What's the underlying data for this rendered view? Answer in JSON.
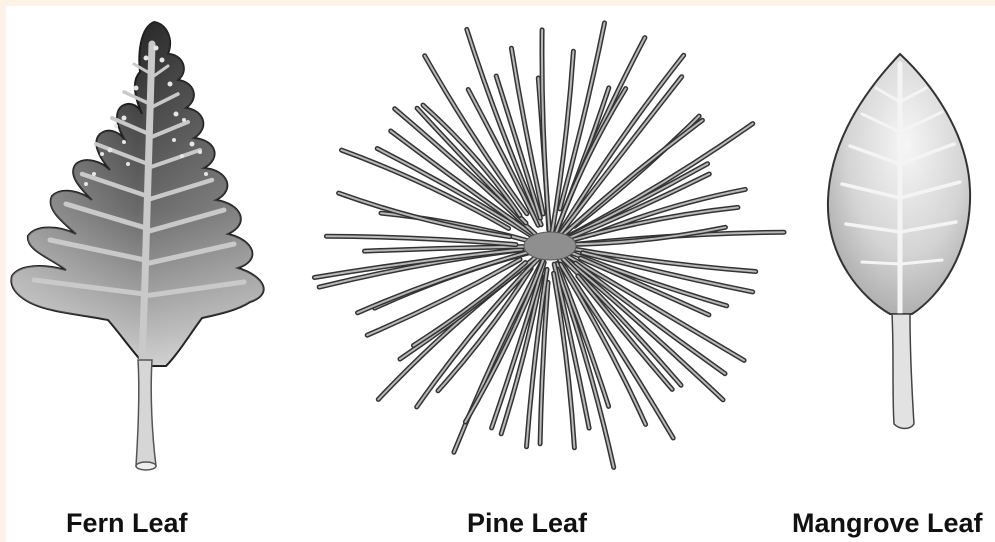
{
  "figure": {
    "colors": {
      "frame": "#fdf2e6",
      "background": "#ffffff",
      "leaf_dark": "#2f2f2f",
      "leaf_mid": "#8a8a8a",
      "leaf_light": "#d7d7d7",
      "vein": "#c9c9c9",
      "caption": "#111111"
    },
    "leaves": [
      {
        "id": "fern",
        "label": "Fern Leaf",
        "icon": "fern-leaf-icon"
      },
      {
        "id": "pine",
        "label": "Pine Leaf",
        "icon": "pine-needles-icon"
      },
      {
        "id": "mangrove",
        "label": "Mangrove Leaf",
        "icon": "mangrove-leaf-icon"
      }
    ]
  }
}
